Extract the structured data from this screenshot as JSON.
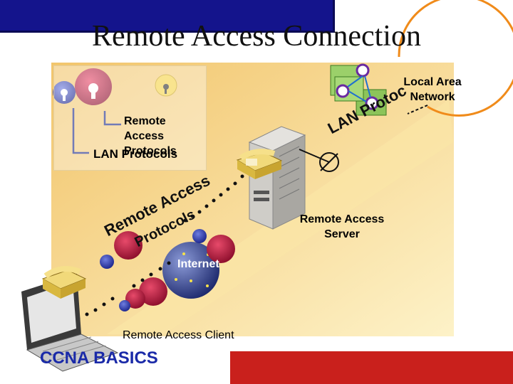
{
  "title": "Remote Access Connection",
  "labels": {
    "local_area_network": [
      "Local Area",
      "Network"
    ],
    "remote_access_protocols": [
      "Remote",
      "Access",
      "Protocols"
    ],
    "lan_protocols": "LAN Protocols",
    "remote_access_server": [
      "Remote Access",
      "Server"
    ],
    "internet": "Internet",
    "remote_access_client": "Remote Access Client"
  },
  "curved_text": {
    "lan_protocols_arc": "LAN Protoc",
    "remote_access_arc": "Remote Access",
    "protocols_arc": "Protocols"
  },
  "footer": "CCNA BASICS",
  "colors": {
    "header_bar": "#14148c",
    "footer_bar": "#c9201c",
    "footer_text": "#1a2aa8",
    "background_gradient": [
      "#f5cf7e",
      "#fdf2c8"
    ],
    "lan_circle": "#f08b1a"
  }
}
